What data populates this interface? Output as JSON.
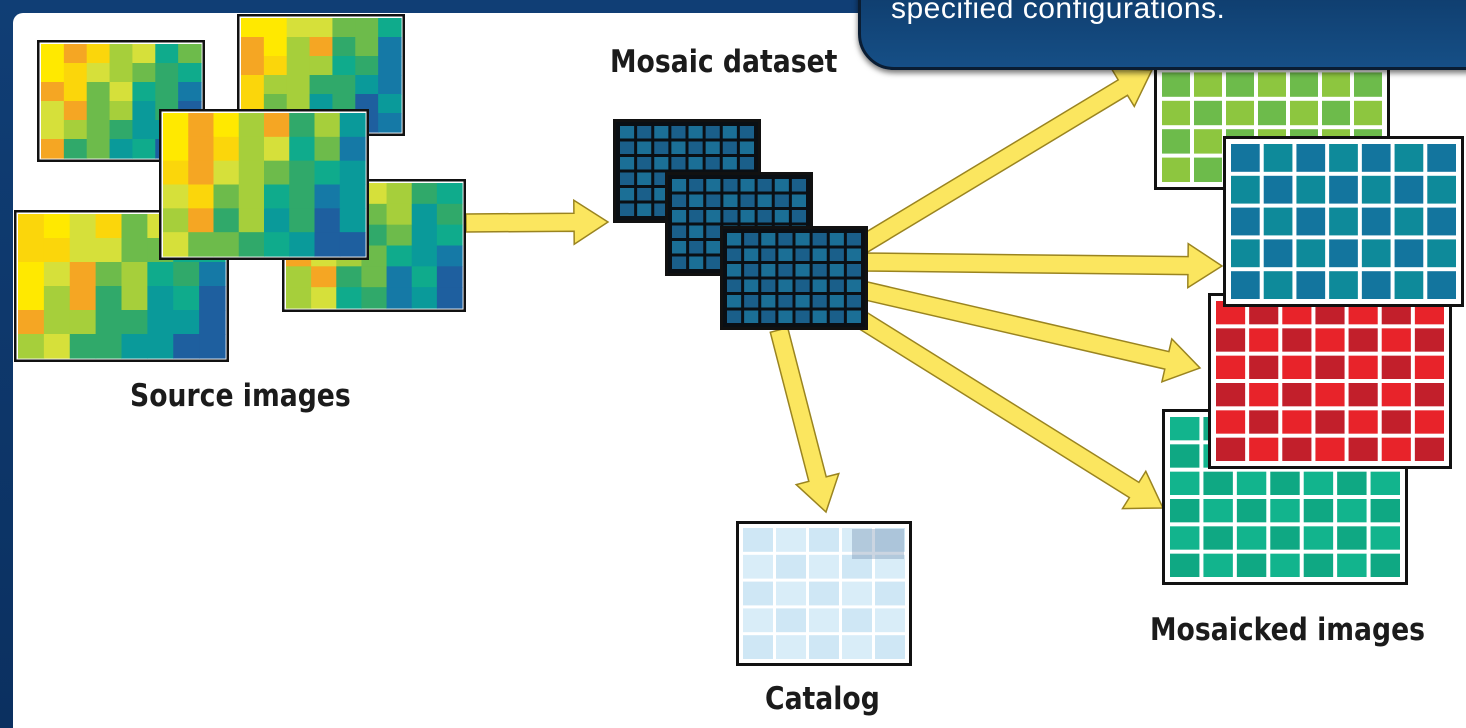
{
  "labels": {
    "source_images": "Source images",
    "mosaic_dataset": "Mosaic dataset",
    "catalog": "Catalog",
    "mosaicked_images": "Mosaicked images"
  },
  "callout": {
    "text": "specified configurations."
  },
  "colors": {
    "frame": "#0d3566",
    "callout_fill": "#164f86",
    "arrow": "#f7e56b",
    "mosaic_dataset_cell": "#1d6e96",
    "output_green": "#8dc63f",
    "output_blue": "#13759e",
    "output_red": "#e8232a",
    "output_teal": "#12b48d",
    "catalog_cell": "#d6ebf6"
  }
}
